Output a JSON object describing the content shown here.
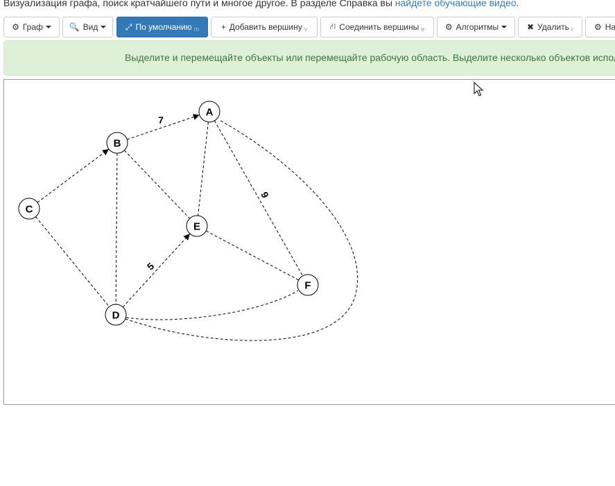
{
  "intro": {
    "text": "Визуализация графа, поиск кратчайшего пути и многое другое. В разделе Справка вы ",
    "link": "найдете обучающие видео",
    "end": "."
  },
  "toolbar": [
    {
      "id": "graph",
      "icon": "gear-icon",
      "glyph": "⚙",
      "label": "Граф",
      "dropdown": true,
      "key": ""
    },
    {
      "id": "view",
      "icon": "zoom-icon",
      "glyph": "🔍",
      "label": "Вид",
      "dropdown": true,
      "key": ""
    },
    {
      "id": "default",
      "icon": "expand-icon",
      "glyph": "⤢",
      "label": "По умолчанию",
      "dropdown": false,
      "key": "m",
      "active": true
    },
    {
      "id": "add-vertex",
      "icon": "plus-icon",
      "glyph": "+",
      "label": "Добавить вершину",
      "dropdown": false,
      "key": "v"
    },
    {
      "id": "connect",
      "icon": "road-icon",
      "glyph": "⛙",
      "label": "Соединить вершины",
      "dropdown": false,
      "key": "e"
    },
    {
      "id": "algorithms",
      "icon": "gear-icon",
      "glyph": "⚙",
      "label": "Алгоритмы",
      "dropdown": true,
      "key": ""
    },
    {
      "id": "delete",
      "icon": "close-icon",
      "glyph": "✖",
      "label": "Удалить",
      "dropdown": false,
      "key": "r"
    },
    {
      "id": "settings",
      "icon": "gear-icon",
      "glyph": "⚙",
      "label": "На",
      "dropdown": false,
      "key": ""
    }
  ],
  "alert": {
    "text": "Выделите и перемещайте объекты или перемещайте рабочую область. Выделите несколько объектов используя Ctrl."
  },
  "graph": {
    "nodes": [
      {
        "id": "A",
        "label": "A"
      },
      {
        "id": "B",
        "label": "B"
      },
      {
        "id": "C",
        "label": "C"
      },
      {
        "id": "D",
        "label": "D"
      },
      {
        "id": "E",
        "label": "E"
      },
      {
        "id": "F",
        "label": "F"
      }
    ],
    "edges": [
      {
        "from": "B",
        "to": "A",
        "directed": true,
        "weight": "7"
      },
      {
        "from": "C",
        "to": "B",
        "directed": true,
        "weight": ""
      },
      {
        "from": "D",
        "to": "E",
        "directed": true,
        "weight": "5"
      },
      {
        "from": "A",
        "to": "F",
        "directed": false,
        "weight": "9"
      },
      {
        "from": "A",
        "to": "E",
        "directed": false,
        "weight": ""
      },
      {
        "from": "B",
        "to": "E",
        "directed": false,
        "weight": ""
      },
      {
        "from": "B",
        "to": "D",
        "directed": false,
        "weight": ""
      },
      {
        "from": "C",
        "to": "D",
        "directed": false,
        "weight": ""
      },
      {
        "from": "E",
        "to": "F",
        "directed": false,
        "weight": ""
      },
      {
        "from": "D",
        "to": "F",
        "directed": false,
        "weight": ""
      },
      {
        "from": "D",
        "to": "A",
        "directed": false,
        "weight": ""
      }
    ]
  }
}
